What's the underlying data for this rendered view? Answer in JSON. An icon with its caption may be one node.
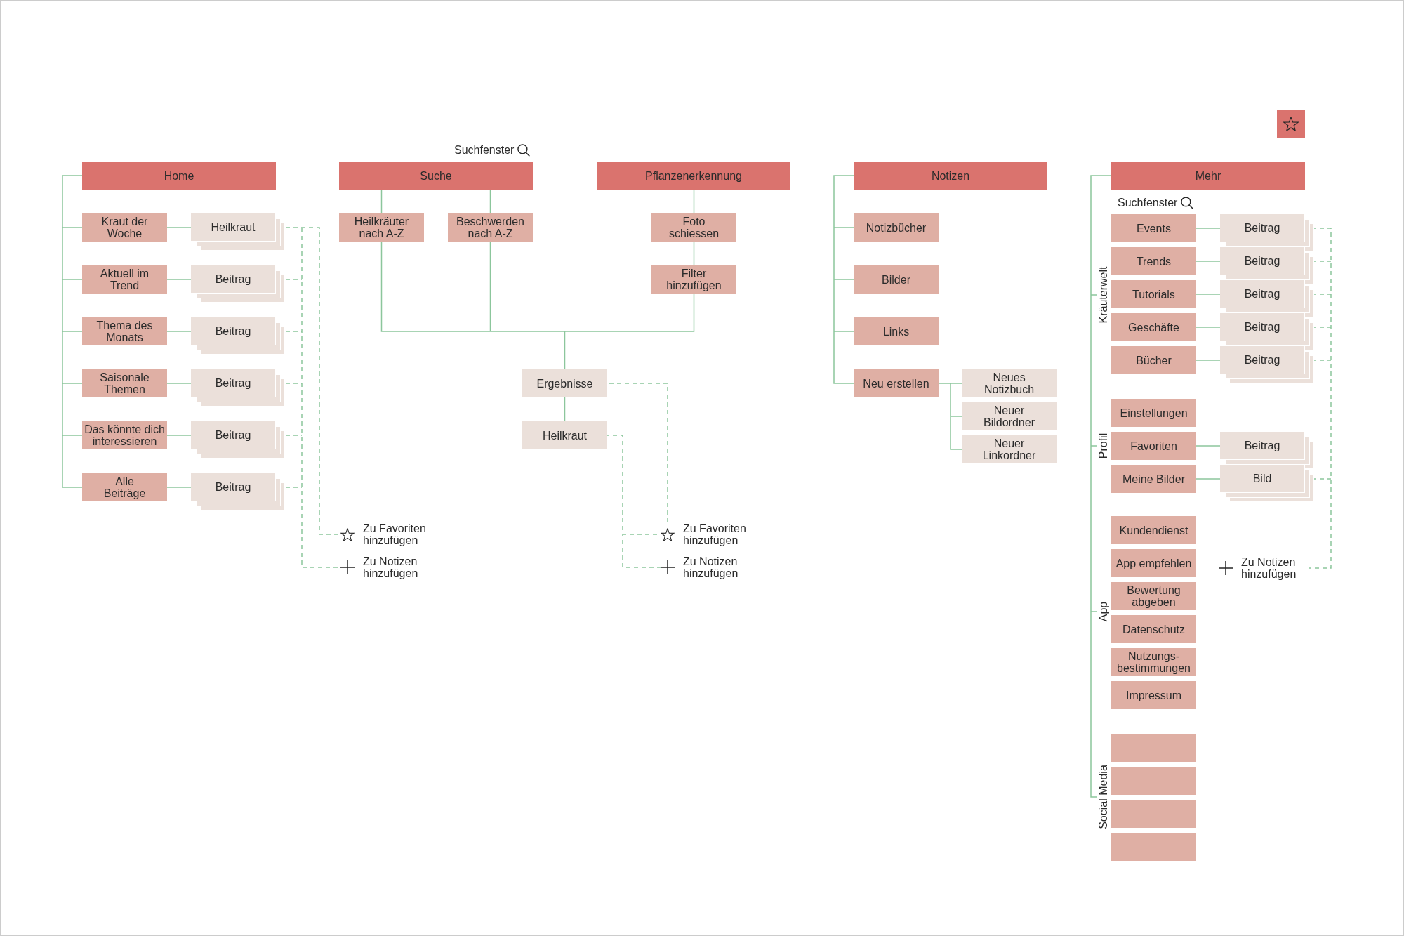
{
  "diagram": {
    "nodes": [
      {
        "text": [
          "Home"
        ]
      },
      {
        "text": [
          "Kraut der Woche"
        ]
      },
      {
        "text": [
          "Heilkraut"
        ]
      },
      {
        "text": [
          "Aktuell im Trend"
        ]
      },
      {
        "text": [
          "Beitrag"
        ]
      },
      {
        "text": [
          "Thema des Monats"
        ]
      },
      {
        "text": [
          "Beitrag"
        ]
      },
      {
        "text": [
          "Saisonale Themen"
        ]
      },
      {
        "text": [
          "Beitrag"
        ]
      },
      {
        "text": [
          "Das könnte dich interessieren"
        ]
      },
      {
        "text": [
          "Beitrag"
        ]
      },
      {
        "text": [
          "Alle Beiträge"
        ]
      },
      {
        "text": [
          "Beitrag"
        ]
      },
      {
        "text": [
          "Zu Favoriten hinzufügen"
        ]
      },
      {
        "text": [
          "Zu Notizen hinzufügen"
        ]
      },
      {
        "text": [
          "Suche"
        ],
        "beside": [
          "Suchfenster"
        ]
      },
      {
        "text": [
          "Heilkräuter nach A-Z"
        ]
      },
      {
        "text": [
          "Beschwerden nach A-Z"
        ]
      },
      {
        "text": [
          "Pflanzenerkennung"
        ]
      },
      {
        "text": [
          "Foto schiessen"
        ]
      },
      {
        "text": [
          "Filter hinzufügen"
        ]
      },
      {
        "text": [
          "Ergebnisse"
        ]
      },
      {
        "text": [
          "Heilkraut"
        ]
      },
      {
        "text": [
          "Zu Favoriten hinzufügen"
        ]
      },
      {
        "text": [
          "Zu Notizen hinzufügen"
        ]
      },
      {
        "text": [
          "Notizen"
        ]
      },
      {
        "text": [
          "Notizbücher"
        ]
      },
      {
        "text": [
          "Bilder"
        ]
      },
      {
        "text": [
          "Links"
        ]
      },
      {
        "text": [
          "Neu erstellen"
        ]
      },
      {
        "text": [
          "Neues Notizbuch"
        ]
      },
      {
        "text": [
          "Neuer Bildordner"
        ]
      },
      {
        "text": [
          "Neuer Linkordner"
        ]
      },
      {
        "text": [],
        "shape": "box"
      },
      {
        "text": [
          "Mehr"
        ],
        "beside": [
          "Suchfenster"
        ]
      },
      {
        "text": [
          "Kräuterwelt"
        ]
      },
      {
        "text": [
          "Events"
        ]
      },
      {
        "text": [
          "Beitrag"
        ]
      },
      {
        "text": [
          "Trends"
        ]
      },
      {
        "text": [
          "Beitrag"
        ]
      },
      {
        "text": [
          "Tutorials"
        ]
      },
      {
        "text": [
          "Beitrag"
        ]
      },
      {
        "text": [
          "Geschäfte"
        ]
      },
      {
        "text": [
          "Beitrag"
        ]
      },
      {
        "text": [
          "Bücher"
        ]
      },
      {
        "text": [
          "Beitrag"
        ]
      },
      {
        "text": [
          "Profil"
        ]
      },
      {
        "text": [
          "Einstellungen"
        ]
      },
      {
        "text": [
          "Favoriten"
        ]
      },
      {
        "text": [
          "Beitrag"
        ]
      },
      {
        "text": [
          "Meine Bilder"
        ]
      },
      {
        "text": [
          "Bild"
        ]
      },
      {
        "text": [
          "Zu Notizen hinzufügen"
        ]
      },
      {
        "text": [
          "App"
        ]
      },
      {
        "text": [
          "Kundendienst"
        ]
      },
      {
        "text": [
          "App empfehlen"
        ]
      },
      {
        "text": [
          "Bewertung abgeben"
        ]
      },
      {
        "text": [
          "Datenschutz"
        ]
      },
      {
        "text": [
          "Nutzungs- bestimmungen"
        ]
      },
      {
        "text": [
          "Impressum"
        ]
      },
      {
        "text": [
          "Social Media"
        ]
      },
      {
        "text": [],
        "shape": "box"
      },
      {
        "text": [],
        "shape": "box"
      },
      {
        "text": [],
        "shape": "box"
      },
      {
        "text": [],
        "shape": "box"
      }
    ],
    "edges": [
      {
        "from": 0,
        "to": 1,
        "arrow": "none"
      },
      {
        "from": 0,
        "to": 3,
        "arrow": "none"
      },
      {
        "from": 0,
        "to": 5,
        "arrow": "none"
      },
      {
        "from": 0,
        "to": 7,
        "arrow": "none"
      },
      {
        "from": 0,
        "to": 9,
        "arrow": "none"
      },
      {
        "from": 0,
        "to": 11,
        "arrow": "none"
      },
      {
        "from": 1,
        "to": 2,
        "arrow": "none"
      },
      {
        "from": 3,
        "to": 4,
        "arrow": "none"
      },
      {
        "from": 5,
        "to": 6,
        "arrow": "none"
      },
      {
        "from": 7,
        "to": 8,
        "arrow": "none"
      },
      {
        "from": 9,
        "to": 10,
        "arrow": "none"
      },
      {
        "from": 11,
        "to": 12,
        "arrow": "none"
      },
      {
        "from": 2,
        "to": 13,
        "arrow": "none",
        "style": "dashed"
      },
      {
        "from": 2,
        "to": 14,
        "arrow": "none",
        "style": "dashed"
      },
      {
        "from": 4,
        "to": 14,
        "arrow": "none",
        "style": "dashed"
      },
      {
        "from": 6,
        "to": 14,
        "arrow": "none",
        "style": "dashed"
      },
      {
        "from": 8,
        "to": 14,
        "arrow": "none",
        "style": "dashed"
      },
      {
        "from": 10,
        "to": 14,
        "arrow": "none",
        "style": "dashed"
      },
      {
        "from": 12,
        "to": 14,
        "arrow": "none",
        "style": "dashed"
      },
      {
        "from": 15,
        "to": 16,
        "arrow": "none"
      },
      {
        "from": 15,
        "to": 17,
        "arrow": "none"
      },
      {
        "from": 18,
        "to": 19,
        "arrow": "none"
      },
      {
        "from": 19,
        "to": 20,
        "arrow": "none"
      },
      {
        "from": 16,
        "to": 21,
        "arrow": "none"
      },
      {
        "from": 17,
        "to": 21,
        "arrow": "none"
      },
      {
        "from": 20,
        "to": 21,
        "arrow": "none"
      },
      {
        "from": 21,
        "to": 22,
        "arrow": "none"
      },
      {
        "from": 21,
        "to": 23,
        "arrow": "none",
        "style": "dashed"
      },
      {
        "from": 22,
        "to": 23,
        "arrow": "none",
        "style": "dashed"
      },
      {
        "from": 22,
        "to": 24,
        "arrow": "none",
        "style": "dashed"
      },
      {
        "from": 25,
        "to": 26,
        "arrow": "none"
      },
      {
        "from": 25,
        "to": 27,
        "arrow": "none"
      },
      {
        "from": 25,
        "to": 28,
        "arrow": "none"
      },
      {
        "from": 25,
        "to": 29,
        "arrow": "none"
      },
      {
        "from": 29,
        "to": 30,
        "arrow": "none"
      },
      {
        "from": 29,
        "to": 31,
        "arrow": "none"
      },
      {
        "from": 29,
        "to": 32,
        "arrow": "none"
      },
      {
        "from": 34,
        "to": 35,
        "arrow": "none"
      },
      {
        "from": 34,
        "to": 46,
        "arrow": "none"
      },
      {
        "from": 34,
        "to": 53,
        "arrow": "none"
      },
      {
        "from": 34,
        "to": 60,
        "arrow": "none"
      },
      {
        "from": 36,
        "to": 37,
        "arrow": "none"
      },
      {
        "from": 38,
        "to": 39,
        "arrow": "none"
      },
      {
        "from": 40,
        "to": 41,
        "arrow": "none"
      },
      {
        "from": 42,
        "to": 43,
        "arrow": "none"
      },
      {
        "from": 44,
        "to": 45,
        "arrow": "none"
      },
      {
        "from": 48,
        "to": 49,
        "arrow": "none"
      },
      {
        "from": 50,
        "to": 51,
        "arrow": "none"
      },
      {
        "from": 37,
        "to": 52,
        "arrow": "none",
        "style": "dashed"
      },
      {
        "from": 39,
        "to": 52,
        "arrow": "none",
        "style": "dashed"
      },
      {
        "from": 41,
        "to": 52,
        "arrow": "none",
        "style": "dashed"
      },
      {
        "from": 43,
        "to": 52,
        "arrow": "none",
        "style": "dashed"
      },
      {
        "from": 45,
        "to": 52,
        "arrow": "none",
        "style": "dashed"
      },
      {
        "from": 51,
        "to": 52,
        "arrow": "none",
        "style": "dashed"
      }
    ]
  }
}
